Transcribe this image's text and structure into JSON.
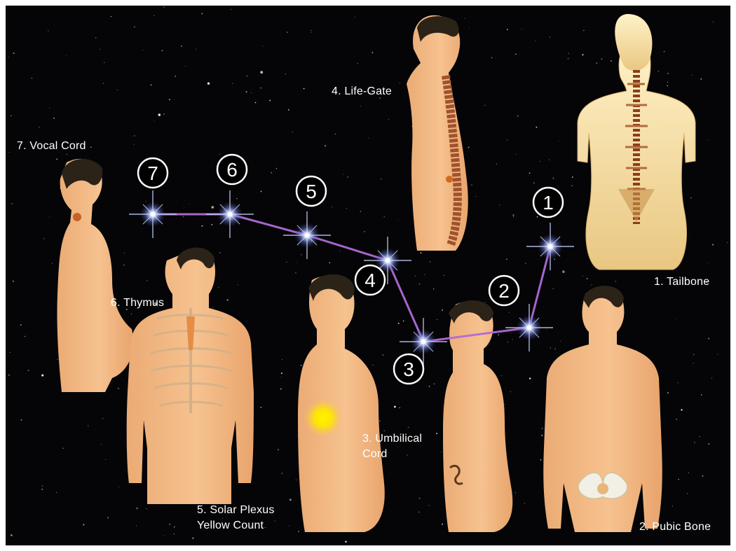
{
  "labels": {
    "tailbone": "1. Tailbone",
    "pubic_bone": "2. Pubic Bone",
    "umbilical_cord_line1": "3. Umbilical",
    "umbilical_cord_line2": "Cord",
    "life_gate": "4. Life-Gate",
    "solar_plexus_line1": "5. Solar Plexus",
    "solar_plexus_line2": "Yellow Count",
    "thymus": "6. Thymus",
    "vocal_cord": "7. Vocal Cord"
  },
  "points": [
    {
      "number": "1"
    },
    {
      "number": "2"
    },
    {
      "number": "3"
    },
    {
      "number": "4"
    },
    {
      "number": "5"
    },
    {
      "number": "6"
    },
    {
      "number": "7"
    }
  ],
  "colors": {
    "frame": "#ffffff",
    "sky": "#050507",
    "path": "#b06ad8",
    "skin": "#f3b982",
    "hair": "#2b2218",
    "spine": "#a0522d",
    "solar_glow": "#ffe600",
    "label_text": "#ffffff"
  },
  "icons": [
    "star-node-icon",
    "number-circle-icon"
  ]
}
